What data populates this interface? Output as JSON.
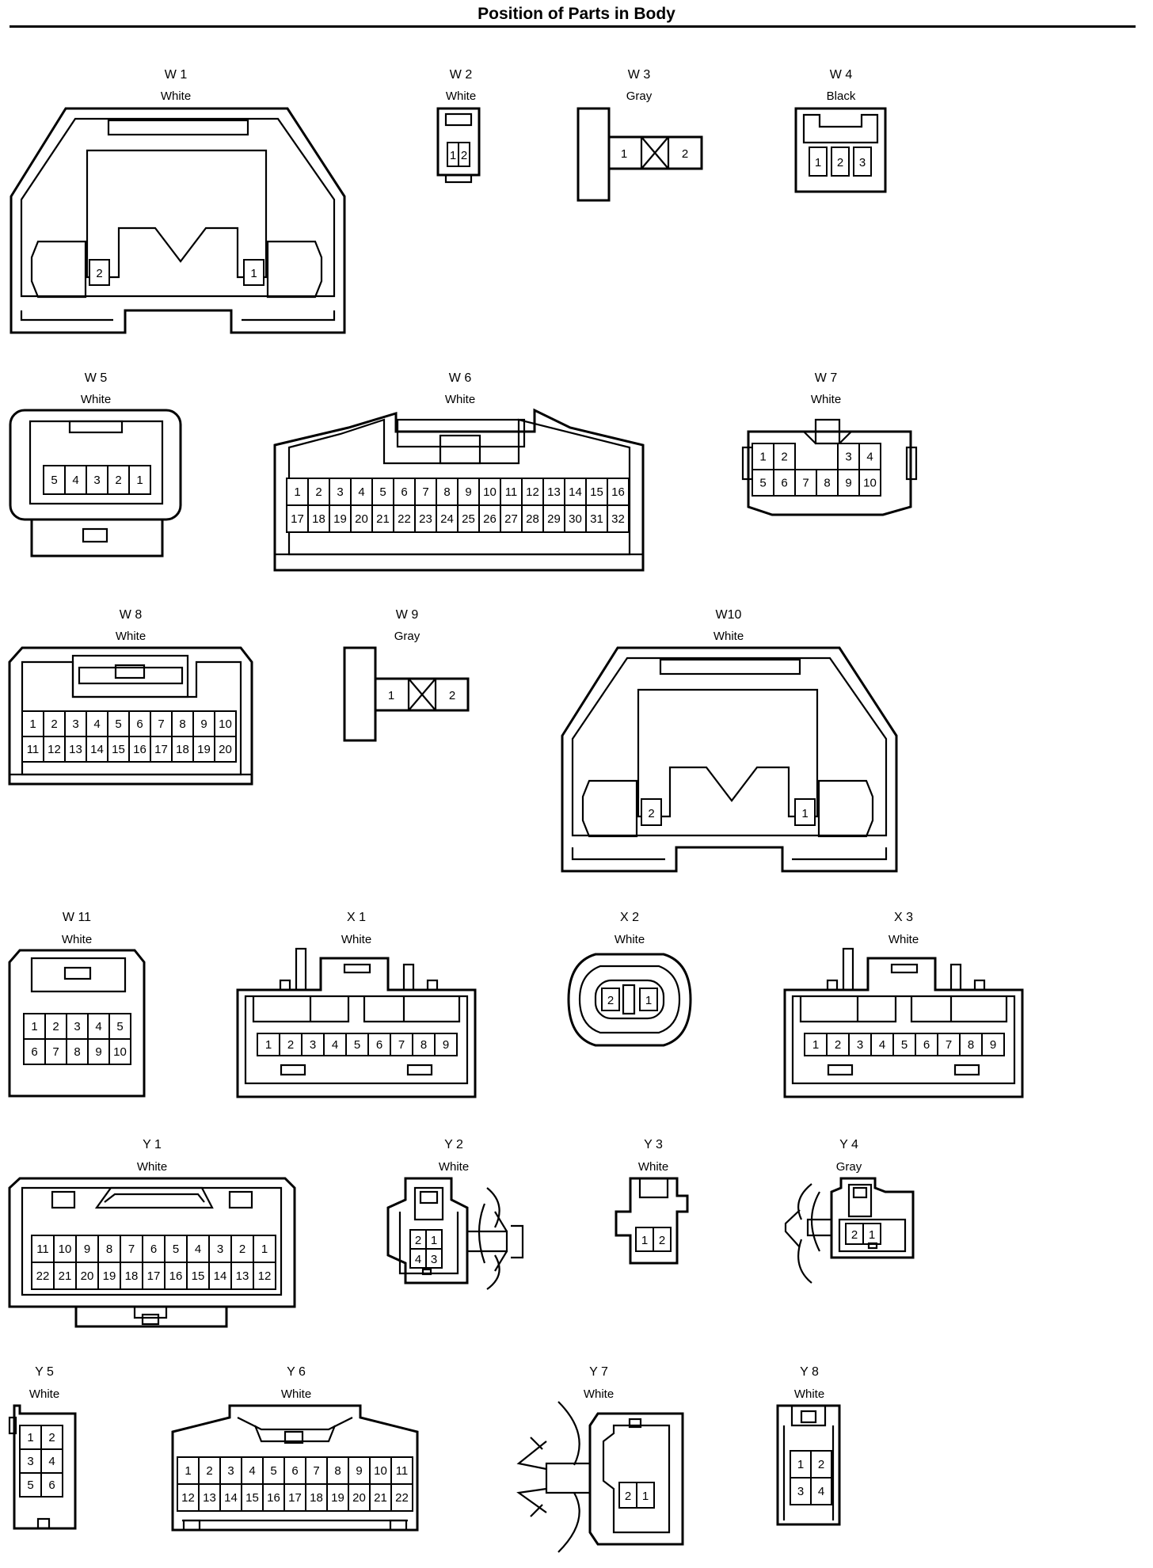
{
  "page": {
    "title": "Position of Parts in Body"
  },
  "connectors": [
    {
      "id": "W 1",
      "color": "White",
      "pins": [
        "2",
        "1"
      ]
    },
    {
      "id": "W 2",
      "color": "White",
      "pins": [
        "1",
        "2"
      ]
    },
    {
      "id": "W 3",
      "color": "Gray",
      "pins": [
        "1",
        "2"
      ]
    },
    {
      "id": "W 4",
      "color": "Black",
      "pins": [
        "1",
        "2",
        "3"
      ]
    },
    {
      "id": "W 5",
      "color": "White",
      "pins": [
        "5",
        "4",
        "3",
        "2",
        "1"
      ]
    },
    {
      "id": "W 6",
      "color": "White",
      "pins": [
        "1",
        "2",
        "3",
        "4",
        "5",
        "6",
        "7",
        "8",
        "9",
        "10",
        "11",
        "12",
        "13",
        "14",
        "15",
        "16",
        "17",
        "18",
        "19",
        "20",
        "21",
        "22",
        "23",
        "24",
        "25",
        "26",
        "27",
        "28",
        "29",
        "30",
        "31",
        "32"
      ]
    },
    {
      "id": "W 7",
      "color": "White",
      "pins": [
        "1",
        "2",
        "3",
        "4",
        "5",
        "6",
        "7",
        "8",
        "9",
        "10"
      ]
    },
    {
      "id": "W 8",
      "color": "White",
      "pins": [
        "1",
        "2",
        "3",
        "4",
        "5",
        "6",
        "7",
        "8",
        "9",
        "10",
        "11",
        "12",
        "13",
        "14",
        "15",
        "16",
        "17",
        "18",
        "19",
        "20"
      ]
    },
    {
      "id": "W 9",
      "color": "Gray",
      "pins": [
        "1",
        "2"
      ]
    },
    {
      "id": "W10",
      "color": "White",
      "pins": [
        "2",
        "1"
      ]
    },
    {
      "id": "W 11",
      "color": "White",
      "pins": [
        "1",
        "2",
        "3",
        "4",
        "5",
        "6",
        "7",
        "8",
        "9",
        "10"
      ]
    },
    {
      "id": "X 1",
      "color": "White",
      "pins": [
        "1",
        "2",
        "3",
        "4",
        "5",
        "6",
        "7",
        "8",
        "9"
      ]
    },
    {
      "id": "X 2",
      "color": "White",
      "pins": [
        "2",
        "1"
      ]
    },
    {
      "id": "X 3",
      "color": "White",
      "pins": [
        "1",
        "2",
        "3",
        "4",
        "5",
        "6",
        "7",
        "8",
        "9"
      ]
    },
    {
      "id": "Y 1",
      "color": "White",
      "pins": [
        "11",
        "10",
        "9",
        "8",
        "7",
        "6",
        "5",
        "4",
        "3",
        "2",
        "1",
        "22",
        "21",
        "20",
        "19",
        "18",
        "17",
        "16",
        "15",
        "14",
        "13",
        "12"
      ]
    },
    {
      "id": "Y 2",
      "color": "White",
      "pins": [
        "2",
        "1",
        "4",
        "3"
      ]
    },
    {
      "id": "Y 3",
      "color": "White",
      "pins": [
        "1",
        "2"
      ]
    },
    {
      "id": "Y 4",
      "color": "Gray",
      "pins": [
        "2",
        "1"
      ]
    },
    {
      "id": "Y 5",
      "color": "White",
      "pins": [
        "1",
        "2",
        "3",
        "4",
        "5",
        "6"
      ]
    },
    {
      "id": "Y 6",
      "color": "White",
      "pins": [
        "1",
        "2",
        "3",
        "4",
        "5",
        "6",
        "7",
        "8",
        "9",
        "10",
        "11",
        "12",
        "13",
        "14",
        "15",
        "16",
        "17",
        "18",
        "19",
        "20",
        "21",
        "22"
      ]
    },
    {
      "id": "Y 7",
      "color": "White",
      "pins": [
        "2",
        "1"
      ]
    },
    {
      "id": "Y 8",
      "color": "White",
      "pins": [
        "1",
        "2",
        "3",
        "4"
      ]
    }
  ]
}
